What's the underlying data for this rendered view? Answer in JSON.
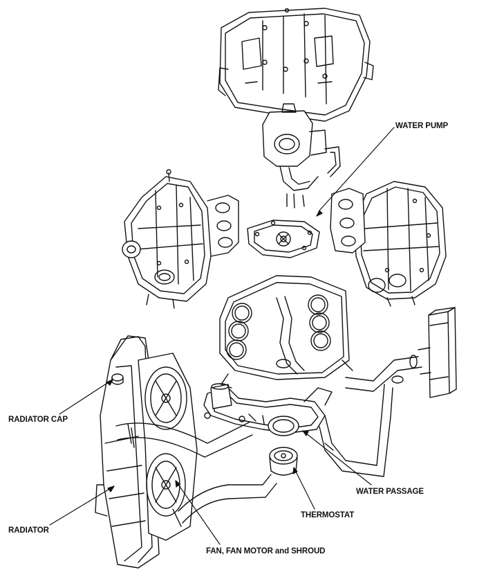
{
  "labels": {
    "water_pump": "WATER PUMP",
    "radiator_cap": "RADIATOR CAP",
    "water_passage": "WATER PASSAGE",
    "thermostat": "THERMOSTAT",
    "radiator": "RADIATOR",
    "fan": "FAN, FAN MOTOR and SHROUD"
  }
}
